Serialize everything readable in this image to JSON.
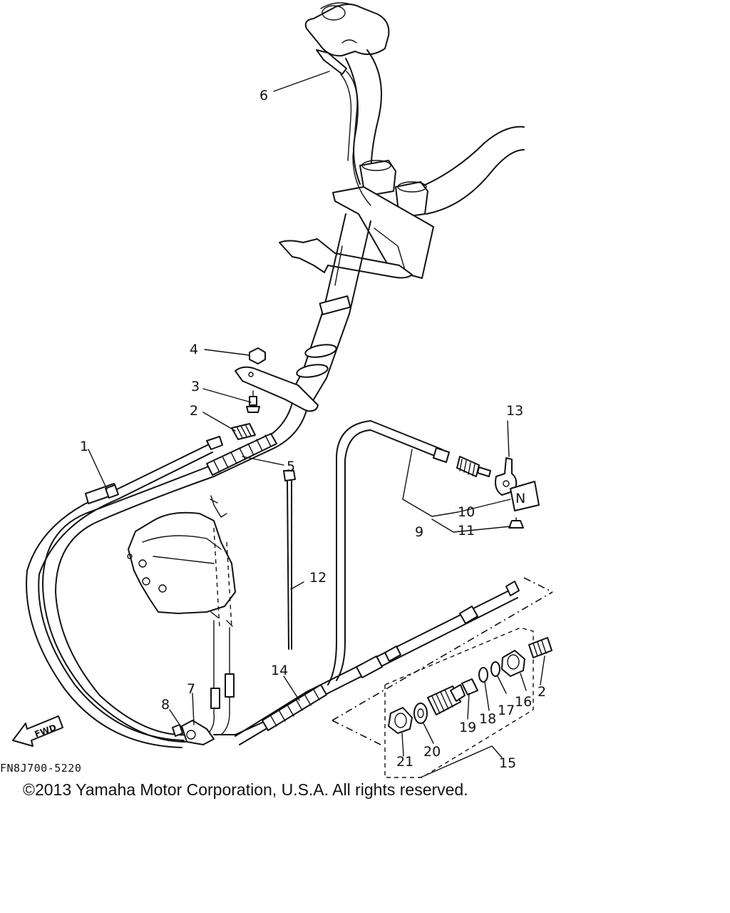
{
  "diagram": {
    "drawing_code": "FN8J700-5220",
    "fwd_arrow_label": "FWD",
    "neutral_plate_letter": "N",
    "callouts": [
      "1",
      "2",
      "3",
      "4",
      "5",
      "6",
      "7",
      "8",
      "9",
      "10",
      "11",
      "12",
      "13",
      "14",
      "15",
      "16",
      "17",
      "18",
      "19",
      "20",
      "21",
      "2"
    ]
  },
  "footer": {
    "copyright": "©2013 Yamaha Motor Corporation, U.S.A. All rights reserved."
  }
}
